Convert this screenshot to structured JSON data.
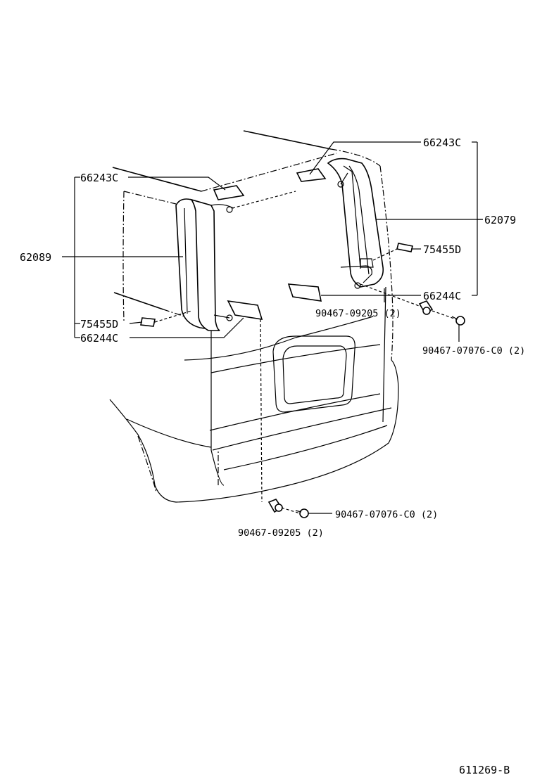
{
  "diagram": {
    "callouts": {
      "left_upper_cover": "66243C",
      "left_lamp": "62089",
      "left_pad": "75455D",
      "left_lower_cover": "66244C",
      "right_upper_cover": "66243C",
      "right_lamp": "62079",
      "right_pad": "75455D",
      "right_lower_cover": "66244C",
      "clip_right": "90467-09205 (2)",
      "screw_right": "90467-07076-C0 (2)",
      "screw_bottom": "90467-07076-C0 (2)",
      "clip_bottom": "90467-09205 (2)"
    },
    "figure_id": "611269-B"
  }
}
